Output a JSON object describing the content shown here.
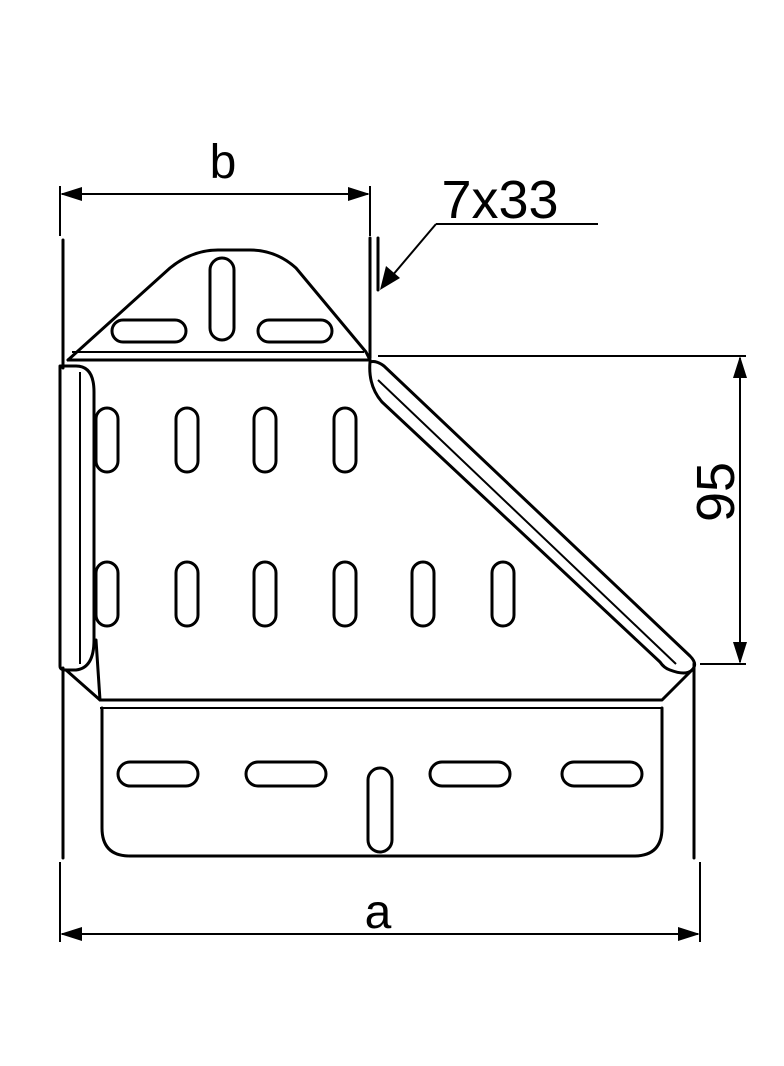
{
  "dimensions": {
    "width_label": "a",
    "top_width_label": "b",
    "height_label": "95",
    "slot_label": "7x33"
  },
  "style": {
    "line_color": "#000000",
    "background": "#ffffff"
  }
}
